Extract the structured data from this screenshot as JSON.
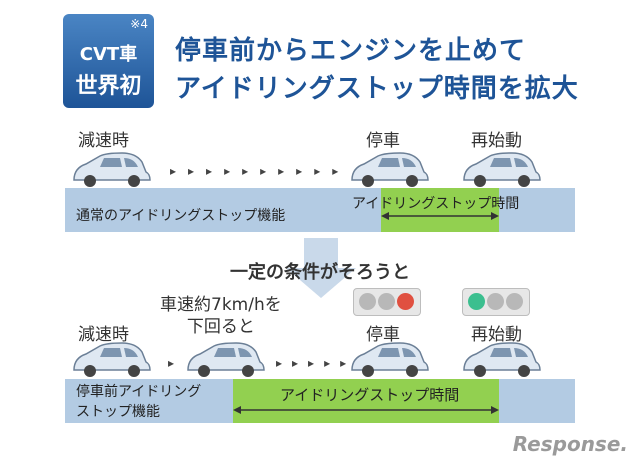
{
  "badge": {
    "note": "※4",
    "line1": "CVT車",
    "line2": "世界初"
  },
  "headline": {
    "line1": "停車前からエンジンを止めて",
    "line2": "アイドリングストップ時間を拡大"
  },
  "top_row": {
    "label_decel": "減速時",
    "label_stop": "停車",
    "label_restart": "再始動",
    "bar_label": "通常のアイドリングストップ機能",
    "green_label": "アイドリングストップ時間"
  },
  "condition_text": "一定の条件がそろうと",
  "bottom_row": {
    "label_decel": "減速時",
    "label_speed": "車速約7km/hを\n下回ると",
    "label_stop": "停車",
    "label_restart": "再始動",
    "bar_label": "停車前アイドリング\nストップ機能",
    "green_label": "アイドリングストップ時間"
  },
  "signals": {
    "stop_lit": "red",
    "restart_lit": "green"
  },
  "colors": {
    "brand_blue": "#1e5497",
    "bar_blue": "#b3cbe3",
    "green": "#92d050",
    "red": "#e05040",
    "signal_green": "#3bbf8f"
  },
  "logo": "Response."
}
